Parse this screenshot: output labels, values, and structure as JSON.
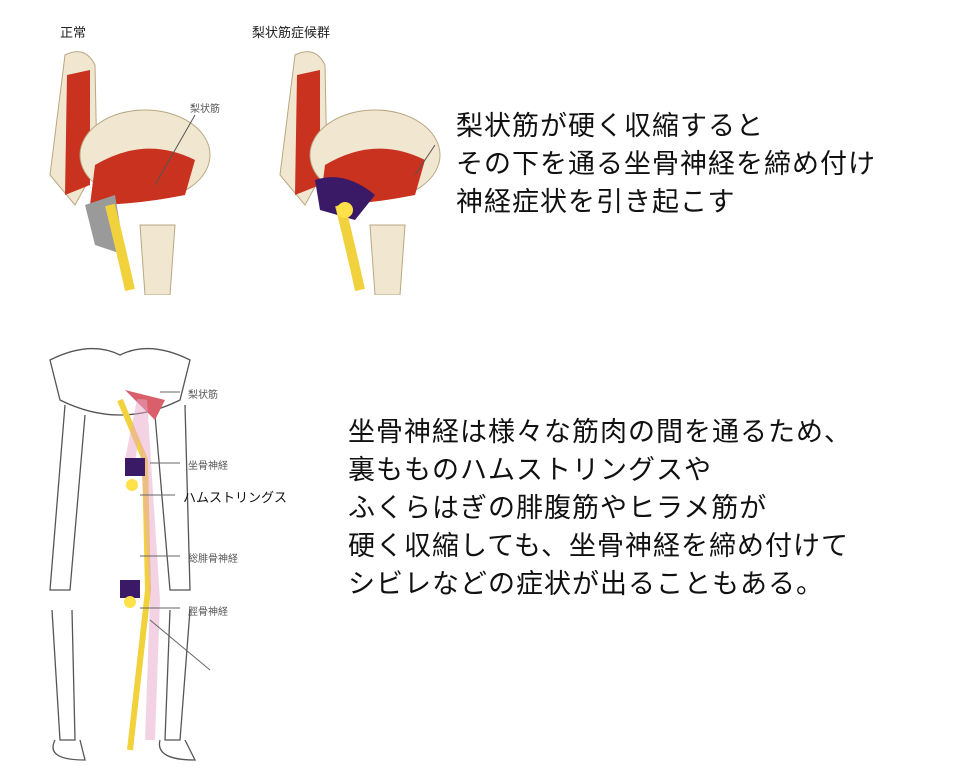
{
  "top": {
    "normal_title": "正常",
    "syndrome_title": "梨状筋症候群",
    "normal_label": "梨状筋",
    "caption": [
      "梨状筋が硬く収縮すると",
      "その下を通る坐骨神経を締め付け",
      "神経症状を引き起こす"
    ]
  },
  "bottom": {
    "labels": [
      "梨状筋",
      "坐骨神経",
      "ハムストリングス",
      "総腓骨神経",
      "脛骨神経"
    ],
    "caption": [
      "坐骨神経は様々な筋肉の間を通るため、",
      "裏もものハムストリングスや",
      "ふくらはぎの腓腹筋やヒラメ筋が",
      "硬く収縮しても、坐骨神経を締め付けて",
      "シビレなどの症状が出ることもある。"
    ]
  },
  "colors": {
    "muscle": "#c8321e",
    "nerve": "#f2d23c",
    "bone": "#f1e6cf",
    "compression": "#3a1a66"
  }
}
